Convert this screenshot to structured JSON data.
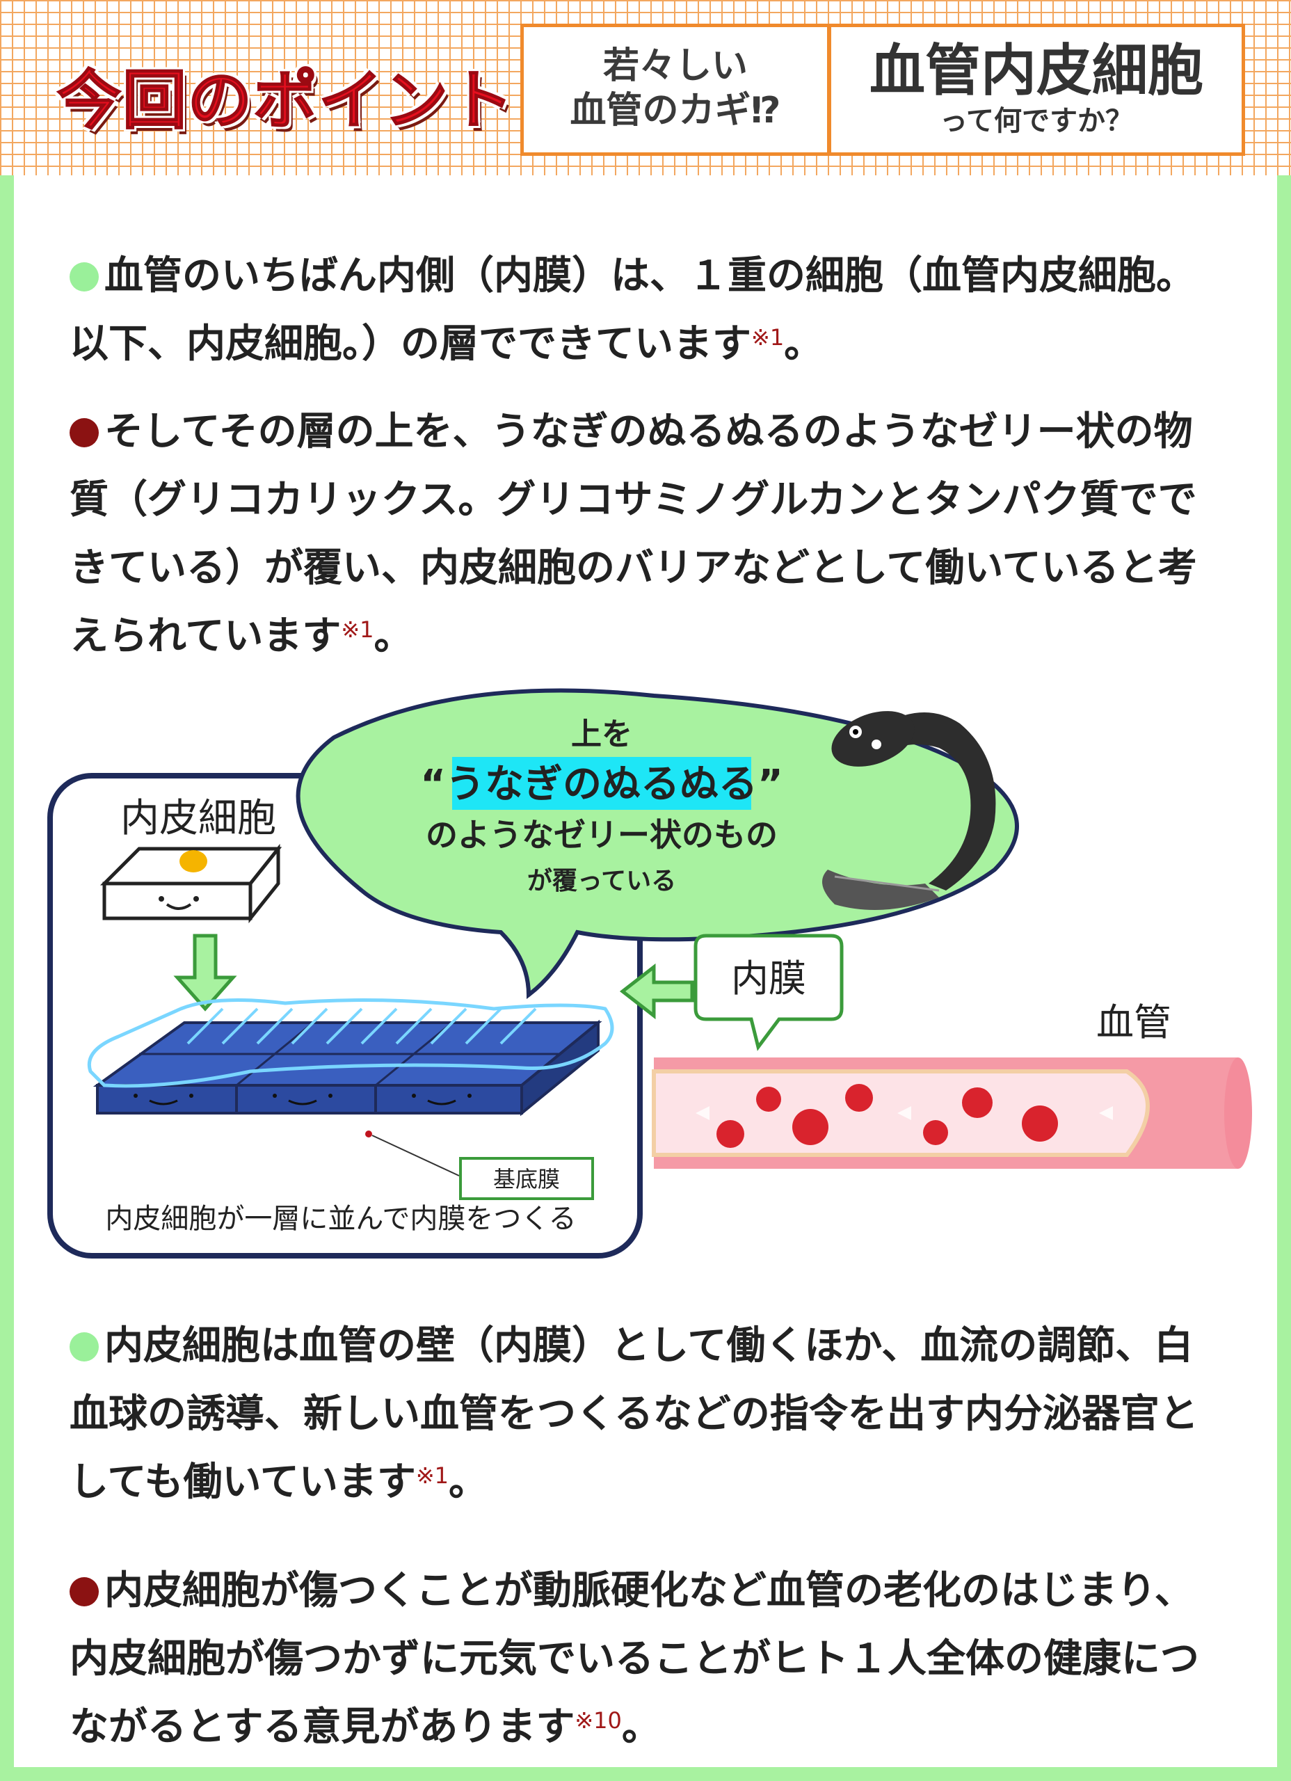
{
  "header": {
    "title": "今回のポイント",
    "box1_line1": "若々しい",
    "box1_line2": "血管のカギ⁉",
    "box2_main": "血管内皮細胞",
    "box2_sub": "って何ですか？"
  },
  "paragraphs": [
    {
      "text": "血管のいちばん内側（内膜）は、１重の細胞（血管内皮細胞。以下、内皮細胞。）の層でできています",
      "note": "※1",
      "end": "。",
      "dot_color": "#9af09a"
    },
    {
      "text": "そしてその層の上を、うなぎのぬるぬるのようなゼリー状の物質（グリコカリックス。グリコサミノグルカンとタンパク質でできている）が覆い、内皮細胞のバリアなどとして働いていると考えられています",
      "note": "※1",
      "end": "。",
      "dot_color": "#8b1212"
    },
    {
      "text": "内皮細胞は血管の壁（内膜）として働くほか、血流の調節、白血球の誘導、新しい血管をつくるなどの指令を出す内分泌器官としても働いています",
      "note": "※1",
      "end": "。",
      "dot_color": "#9af09a"
    },
    {
      "text": "内皮細胞が傷つくことが動脈硬化など血管の老化のはじまり、内皮細胞が傷つかずに元気でいることがヒト１人全体の健康につながるとする意見があります",
      "note": "※10",
      "end": "。",
      "dot_color": "#8b1212"
    }
  ],
  "diagram": {
    "cell_label": "内皮細胞",
    "bubble_line1": "上を",
    "bubble_line2": "“うなぎのぬるぬる”",
    "bubble_line3": "のようなゼリー状のもの",
    "bubble_line4": "が覆っている",
    "basement_label": "基底膜",
    "layer_caption": "内皮細胞が一層に並んで内膜をつくる",
    "intima_label": "内膜",
    "vessel_label": "血管"
  },
  "colors": {
    "accent_orange": "#f08a2c",
    "frame_green": "#a8f2a0",
    "title_red": "#e60f1e",
    "highlight_cyan": "#1ee6f6"
  }
}
